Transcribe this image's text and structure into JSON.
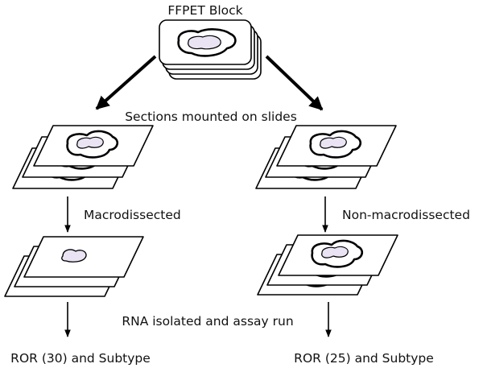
{
  "labels": {
    "block": "FFPET Block",
    "sections": "Sections mounted on slides",
    "macro": "Macrodissected",
    "nonmacro": "Non-macrodissected",
    "rna": "RNA isolated and assay run",
    "result_left": "ROR (30) and Subtype",
    "result_right": "ROR (25) and Subtype"
  },
  "colors": {
    "tissue_fill": "#e9e3f3",
    "stroke": "#000000"
  }
}
